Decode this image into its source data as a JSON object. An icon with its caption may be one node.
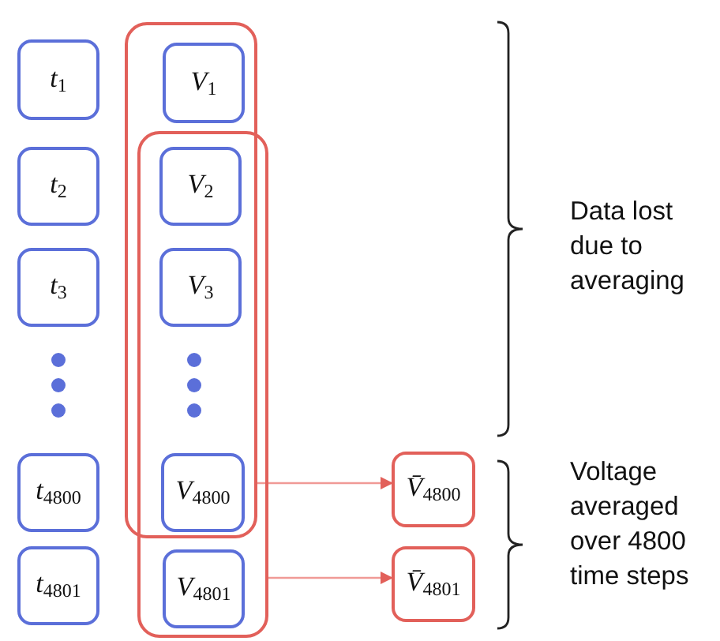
{
  "diagram": {
    "nodes": [
      {
        "text": [],
        "shape": "box"
      },
      {
        "text": [
          "*t*$_{1}$"
        ]
      },
      {
        "text": [
          "*V*$_{1}$"
        ],
        "in": 0
      },
      {
        "text": [],
        "shape": "box"
      },
      {
        "text": [
          "*t*$_{2}$"
        ]
      },
      {
        "text": [
          "*V*$_{2}$"
        ]
      },
      {
        "text": [
          "*t*$_{3}$"
        ]
      },
      {
        "text": [
          "*V*$_{3}$"
        ]
      },
      {
        "text": [
          "*t*$_{4800}$"
        ]
      },
      {
        "text": [
          "*V*$_{4800}$"
        ]
      },
      {
        "text": [
          "*V̄*$_{4800}$"
        ]
      },
      {
        "text": [
          "*t*$_{4801}$"
        ]
      },
      {
        "text": [
          "*V*$_{4801}$"
        ],
        "in": 3
      },
      {
        "text": [
          "*V̄*$_{4801}$"
        ]
      }
    ],
    "edges": [
      {
        "from": 0,
        "to": 10,
        "arrow": "to"
      },
      {
        "from": 3,
        "to": 13,
        "arrow": "to"
      }
    ],
    "labels": [
      "Data lost due to averaging",
      "Voltage averaged over 4800 time steps"
    ]
  }
}
